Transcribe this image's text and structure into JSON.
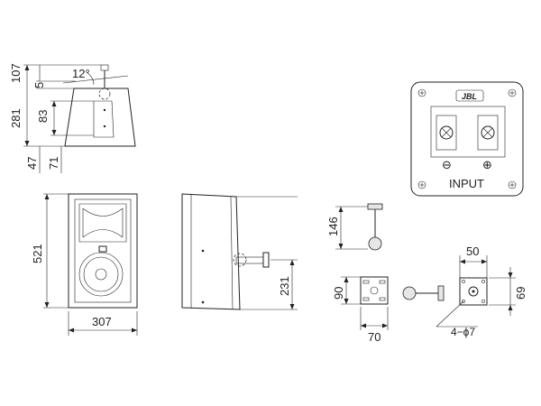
{
  "side_view_top": {
    "angle_label": "12°",
    "dim_107": "107",
    "dim_5": "5",
    "dim_281": "281",
    "dim_83": "83",
    "dim_47": "47",
    "dim_71": "71"
  },
  "front_view": {
    "height_label": "521",
    "width_label": "307"
  },
  "side_view": {
    "bracket_height_label": "231"
  },
  "bracket_side": {
    "height_label": "146"
  },
  "bracket_plate": {
    "height_label": "90",
    "width_label": "70"
  },
  "bracket_mount": {
    "width_label": "50",
    "height_label": "69",
    "hole_label": "4−ϕ7"
  },
  "input_panel": {
    "logo_text": "JBL",
    "minus_symbol": "⊖",
    "plus_symbol": "⊕",
    "input_label": "INPUT"
  }
}
